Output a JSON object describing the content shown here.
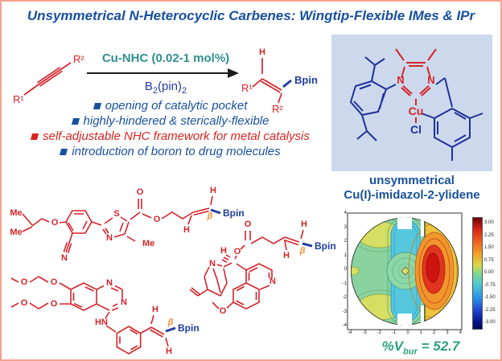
{
  "title": "Unsymmetrical N-Heterocyclic Carbenes: Wingtip-Flexible IMes & IPr",
  "reaction": {
    "substituent_r1": "R¹",
    "substituent_r2": "R²",
    "conditions": "Cu-NHC (0.02-1 mol%)",
    "reagent": {
      "b": "B",
      "sub_a": "2",
      "pin": "(pin)",
      "sub_b": "2"
    },
    "product": {
      "h": "H",
      "bpin": "Bpin",
      "r1": "R¹",
      "r2": "R²"
    }
  },
  "bullets": [
    {
      "text": "opening of catalytic pocket",
      "color": "#17509e"
    },
    {
      "text": "highly-hindered & sterically-flexible",
      "color": "#17509e"
    },
    {
      "text": "self-adjustable NHC framework for metal catalysis",
      "color": "#d6251f"
    },
    {
      "text": "introduction of boron to drug molecules",
      "color": "#17509e"
    }
  ],
  "catalyst": {
    "caption": [
      "unsymmetrical",
      "Cu(I)-imidazol-2-ylidene"
    ],
    "atoms": {
      "n1": "N",
      "n2": "N",
      "cu": "Cu",
      "cl": "Cl"
    }
  },
  "molecules": {
    "atoms": {
      "o": "O",
      "n": "N",
      "s": "S",
      "me": "Me",
      "h": "H",
      "hn": "HN",
      "beta": "β",
      "bpin": "Bpin"
    }
  },
  "chart_data": {
    "type": "heatmap",
    "x_ticks": [
      "-4",
      "-3",
      "-2",
      "-1",
      "0",
      "1",
      "2",
      "3",
      "4"
    ],
    "y_ticks": [
      "4",
      "3",
      "2",
      "1",
      "0",
      "-1",
      "-2",
      "-3",
      "-4"
    ],
    "xlim": [
      -4,
      4
    ],
    "ylim": [
      -4,
      4
    ],
    "colorbar_ticks": [
      "3.00",
      "2.25",
      "1.50",
      "0.75",
      "0.00",
      "-0.75",
      "-1.50",
      "-2.25",
      "-3.00"
    ],
    "legend_position": "right",
    "annotation": {
      "prefix": "%V",
      "sub": "bur",
      "value": " = 52.7"
    }
  },
  "colors": {
    "title_blue": "#17509e",
    "bullet_red": "#d6251f",
    "structure_red": "#d5232a",
    "structure_blue": "#1f3099",
    "conditions_teal": "#2f8e8e",
    "reagent_blue": "#2438a8",
    "beta_orange": "#f0913c",
    "catalyst_box_bg": "#ccd9ec",
    "page_border_salmon": "#f2a38f",
    "vbur_green": "#2aa17e"
  }
}
